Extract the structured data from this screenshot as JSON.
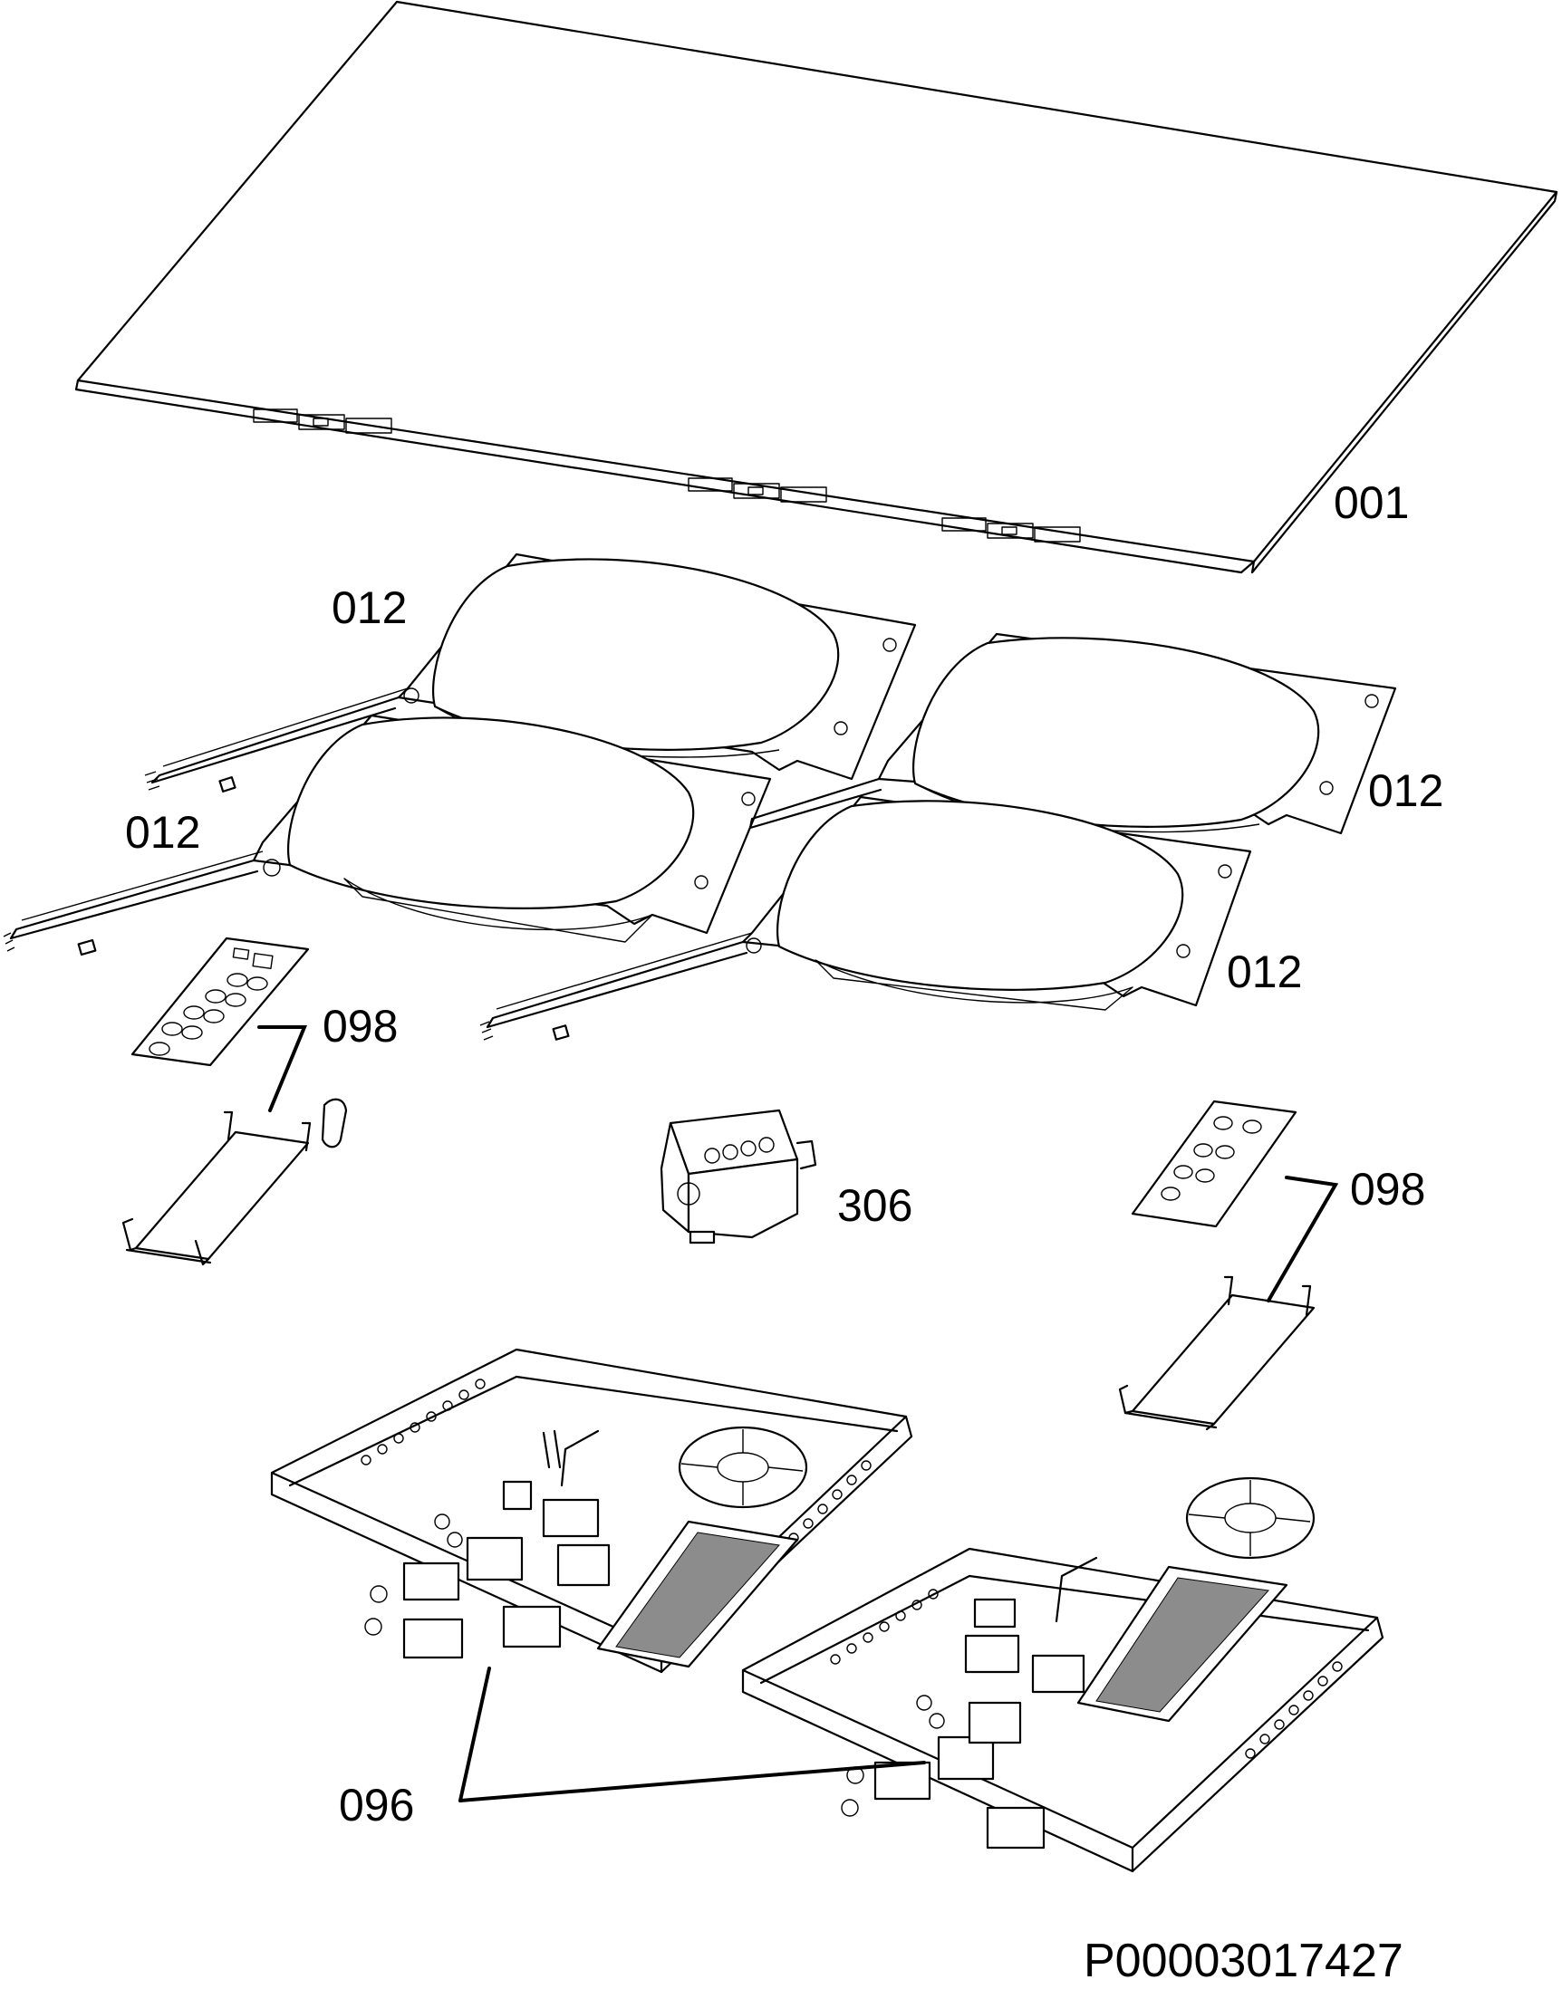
{
  "labels": {
    "glass_top": "001",
    "coil_top_left": "012",
    "coil_bottom_left": "012",
    "coil_top_right": "012",
    "coil_bottom_right": "012",
    "control_left": "098",
    "control_right": "098",
    "terminal_block": "306",
    "power_boards": "096"
  },
  "drawing_code": "P00003017427"
}
